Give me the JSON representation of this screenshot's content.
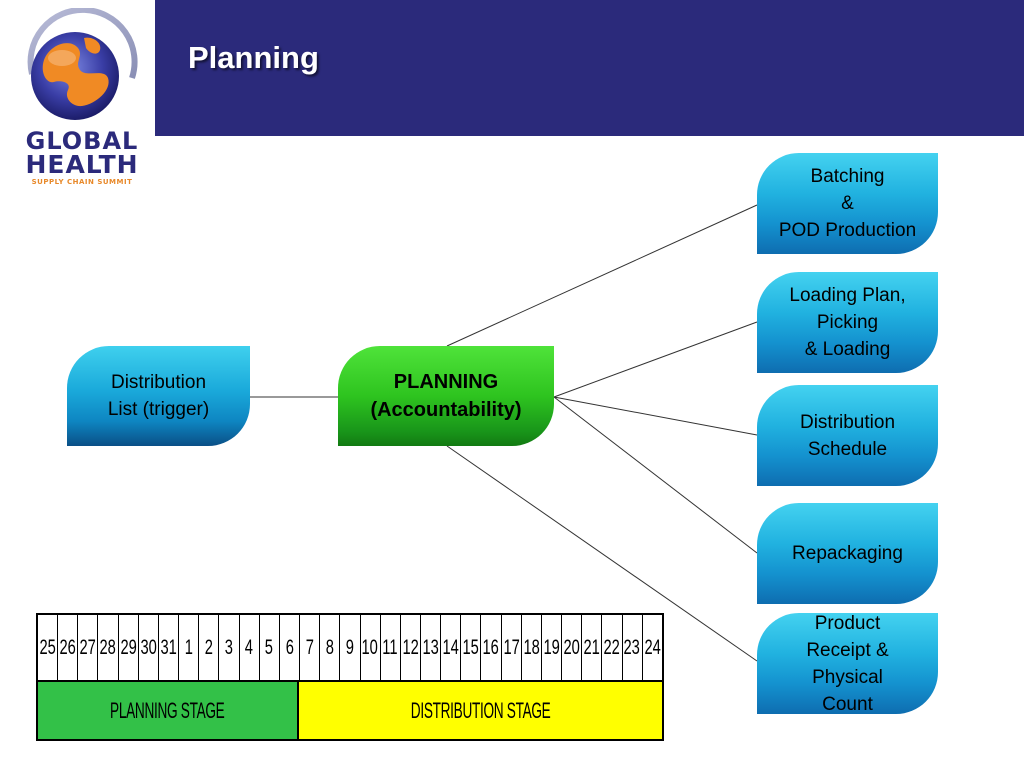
{
  "header": {
    "title": "Planning",
    "bar_color": "#2b2a7b"
  },
  "logo": {
    "line1": "GLOBAL",
    "line2": "HEALTH",
    "line3": "SUPPLY CHAIN SUMMIT",
    "icon": "globe-logo-icon"
  },
  "diagram": {
    "trigger": "Distribution\nList (trigger)",
    "center": "PLANNING\n(Accountability)",
    "outputs": [
      "Batching\n&\nPOD Production",
      "Loading Plan,\nPicking\n& Loading",
      "Distribution\nSchedule",
      "Repackaging",
      "Product\nReceipt &\nPhysical\nCount"
    ],
    "colors": {
      "blue_node": "#1aa9da",
      "green_node": "#2ec41f"
    }
  },
  "timeline": {
    "days": [
      "25",
      "26",
      "27",
      "28",
      "29",
      "30",
      "31",
      "1",
      "2",
      "3",
      "4",
      "5",
      "6",
      "7",
      "8",
      "9",
      "10",
      "11",
      "12",
      "13",
      "14",
      "15",
      "16",
      "17",
      "18",
      "19",
      "20",
      "21",
      "22",
      "23",
      "24"
    ],
    "planning_label": "PLANNING STAGE",
    "distribution_label": "DISTRIBUTION STAGE",
    "planning_color": "#33c148",
    "distribution_color": "#ffff00"
  }
}
